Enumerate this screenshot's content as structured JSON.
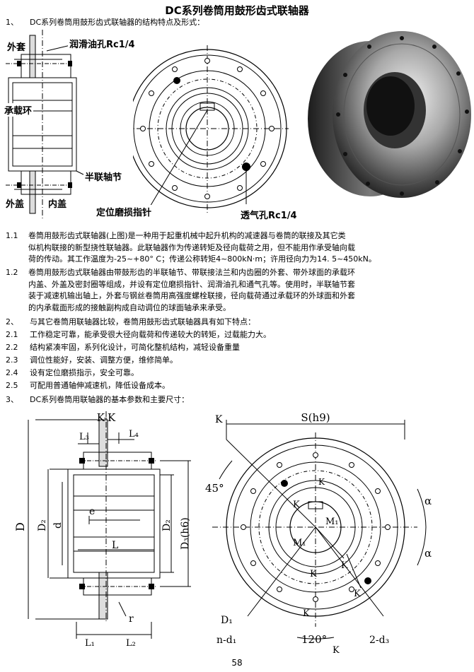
{
  "title": "DC系列卷筒用鼓形齿式联轴器",
  "sections": [
    {
      "num": "1、",
      "text": "DC系列卷筒用鼓形齿式联轴器的结构特点及形式："
    },
    {
      "num": "2、",
      "text": "与其它卷筒用联轴器比较，卷筒用鼓形齿式联轴器具有如下特点："
    },
    {
      "num": "3、",
      "text": "DC系列卷筒用联轴器的基本参数和主要尺寸："
    }
  ],
  "top_labels": {
    "outer_sleeve": "外套",
    "oil_hole": "润滑油孔Rc1/4",
    "bearing_ring": "承载环",
    "half_hub": "半联轴节",
    "outer_cover": "外盖",
    "inner_cover": "内盖",
    "wear_pointer": "定位磨损指针",
    "vent_hole": "透气孔Rc1/4"
  },
  "paragraphs": [
    {
      "num": "1.1",
      "lines": [
        "卷筒用鼓形齿式联轴器(上图)是一种用于起重机械中起升机构的减速器与卷筒的联接及其它类",
        "似机构联接的新型挠性联轴器。此联轴器作为传递转矩及径向载荷之用，但不能用作承受轴向载",
        "荷的传动。其工作温度为-25~+80° C；传递公称转矩4~800kN·m；许用径向力为14. 5~450kN。"
      ]
    },
    {
      "num": "1.2",
      "lines": [
        "卷筒用鼓形齿式联轴器由带鼓形齿的半联轴节、带联接法兰和内齿圈的外套、带外球面的承载环",
        "内盖、外盖及密封圈等组成，并设有定位磨损指针、润滑油孔和通气孔等。使用时，半联轴节套",
        "装于减速机输出轴上，外套与钢丝卷筒用高强度螺栓联接，径向载荷通过承载环的外球面和外套",
        "的内承载面形成的接触副构成自动调位的球面轴承来承受。"
      ]
    }
  ],
  "features": [
    {
      "num": "2.1",
      "text": "工作稳定可靠，能承受很大径向载荷和传递较大的转矩，过载能力大。"
    },
    {
      "num": "2.2",
      "text": "结构紧凑牢固，系列化设计，可简化整机结构，减轻设备重量"
    },
    {
      "num": "2.3",
      "text": "调位性能好，安装、调整方便，维修简单。"
    },
    {
      "num": "2.4",
      "text": "设有定位磨损指示，安全可靠。"
    },
    {
      "num": "2.5",
      "text": "可配用普通轴伸减速机，降低设备成本。"
    }
  ],
  "dims": {
    "kk": "K-K",
    "L3": "L₃",
    "L4": "L₄",
    "e": "e",
    "D": "D",
    "D2": "D₂",
    "d": "d",
    "L": "L",
    "D2b": "D₂",
    "D3": "D₃(h6)",
    "r": "r",
    "L1": "L₁",
    "L2": "L₂",
    "K": "K",
    "S": "S(h9)",
    "deg45": "45°",
    "alpha": "α",
    "M1": "M₁",
    "D1": "D₁",
    "nd1": "n-d₁",
    "deg120": "120°",
    "d3": "2-d₃"
  },
  "page_number": "58"
}
